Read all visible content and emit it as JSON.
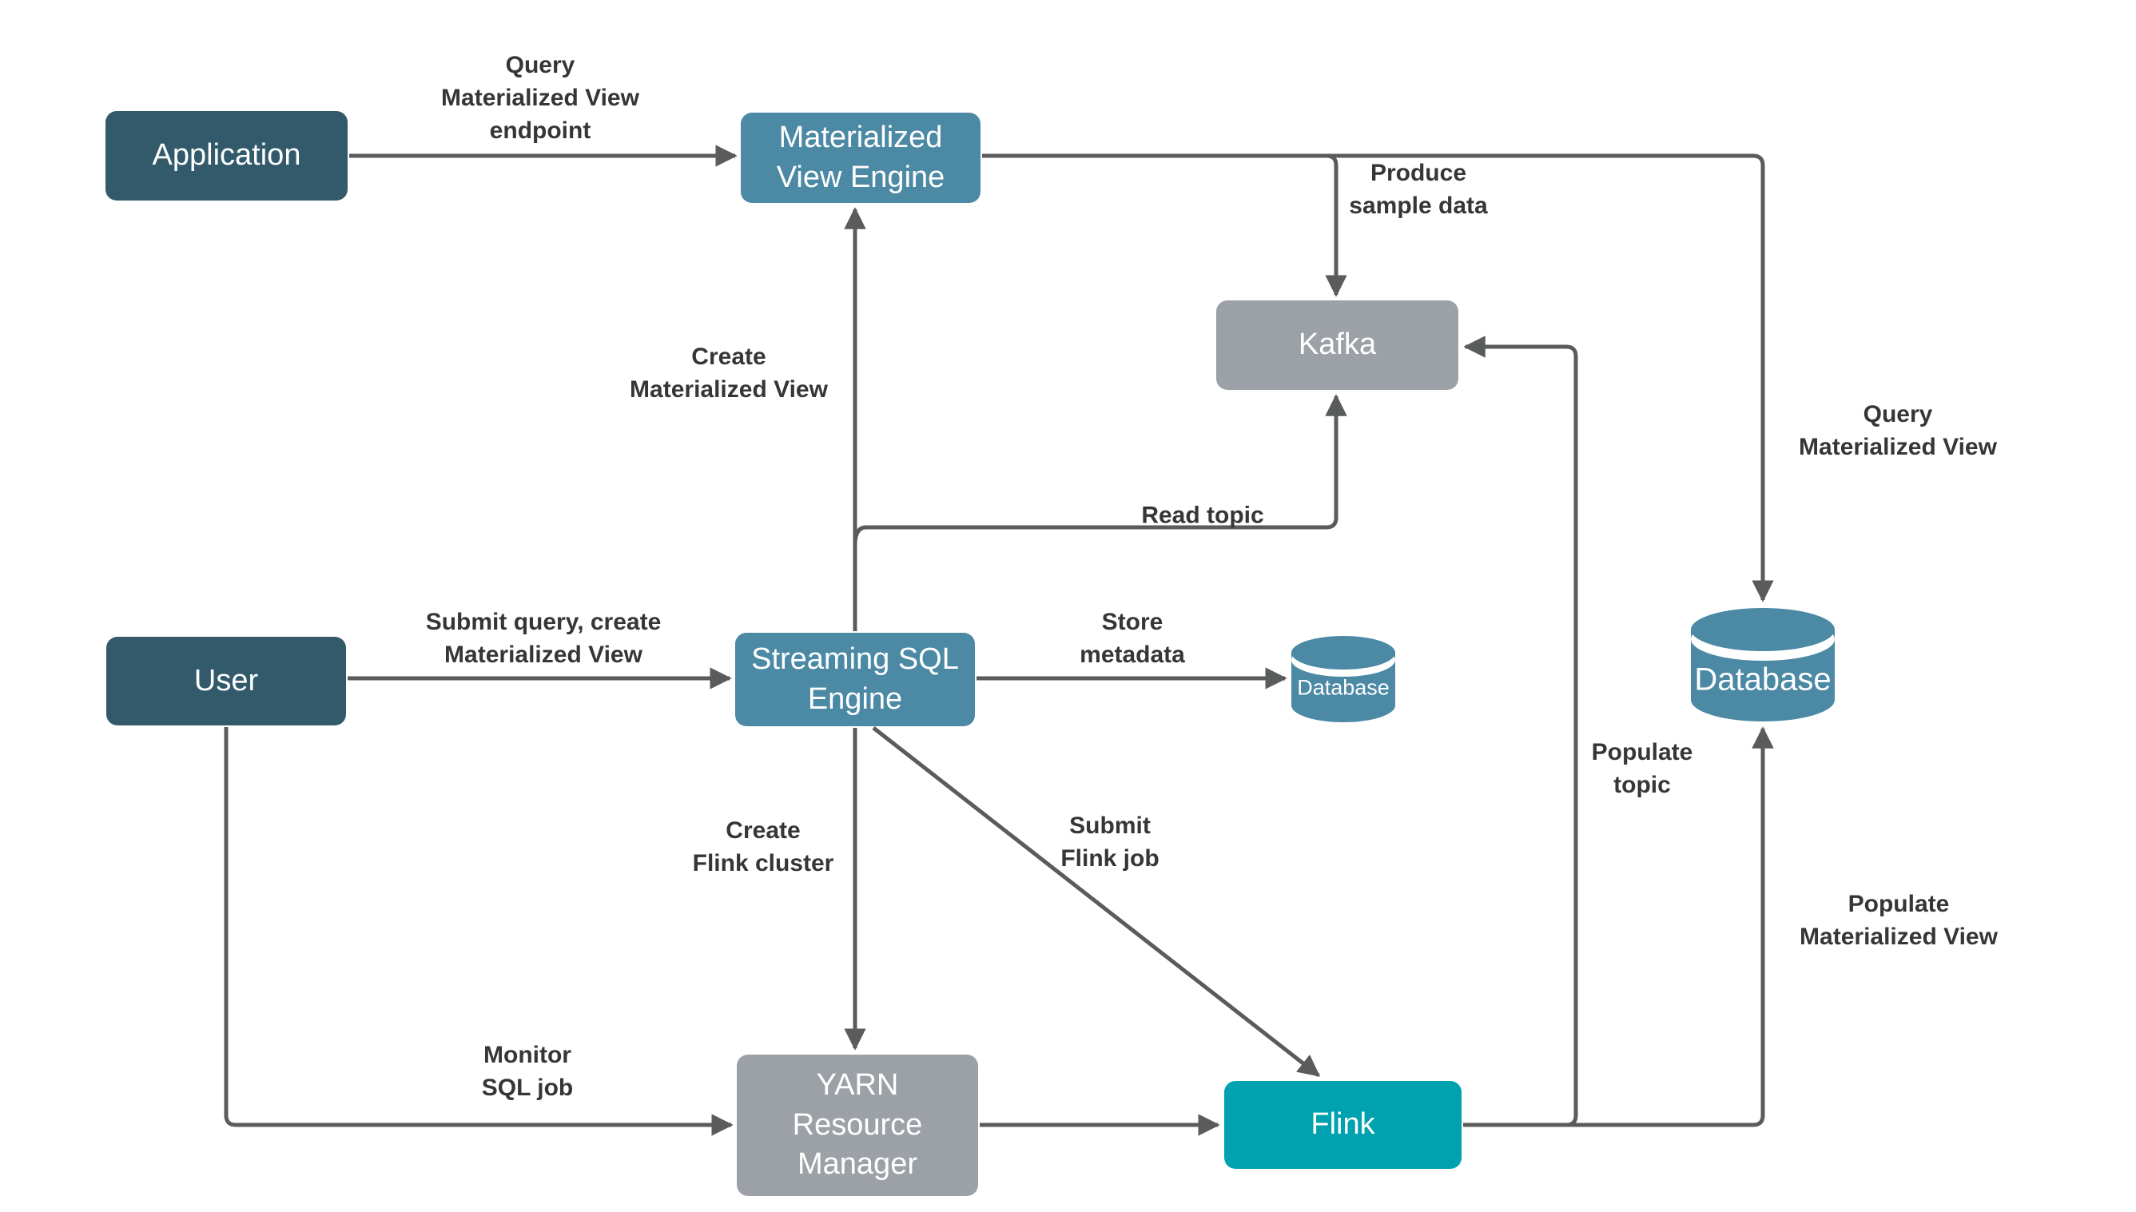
{
  "title": "Streaming SQL Materialized View architecture diagram",
  "colors": {
    "canvas_bg": "#ffffff",
    "dark_node": "#325A6B",
    "teal_node": "#4B89A5",
    "gray_node": "#9BA1A6",
    "cyan_node": "#00A2AF",
    "connector": "#595B5C",
    "label_text": "#363636",
    "node_text": "#ffffff"
  },
  "nodes": {
    "application": {
      "label": "Application"
    },
    "mv_engine": {
      "label": "Materialized\nView Engine"
    },
    "kafka": {
      "label": "Kafka"
    },
    "user": {
      "label": "User"
    },
    "sql_engine": {
      "label": "Streaming SQL\nEngine"
    },
    "metadata_db": {
      "label": "Database"
    },
    "mv_db": {
      "label": "Database"
    },
    "yarn": {
      "label": "YARN\nResource\nManager"
    },
    "flink": {
      "label": "Flink"
    }
  },
  "edges": {
    "query_mv_endpoint": {
      "label": "Query\nMaterialized View\nendpoint"
    },
    "produce_sample_data": {
      "label": "Produce\nsample data"
    },
    "create_mv": {
      "label": "Create\nMaterialized View"
    },
    "read_topic": {
      "label": "Read topic"
    },
    "query_mv": {
      "label": "Query\nMaterialized View"
    },
    "submit_query": {
      "label": "Submit query, create\nMaterialized View"
    },
    "store_metadata": {
      "label": "Store\nmetadata"
    },
    "populate_topic": {
      "label": "Populate\ntopic"
    },
    "create_flink_cluster": {
      "label": "Create\nFlink cluster"
    },
    "submit_flink_job": {
      "label": "Submit\nFlink job"
    },
    "populate_mv": {
      "label": "Populate\nMaterialized View"
    },
    "monitor_sql_job": {
      "label": "Monitor\nSQL job"
    }
  }
}
